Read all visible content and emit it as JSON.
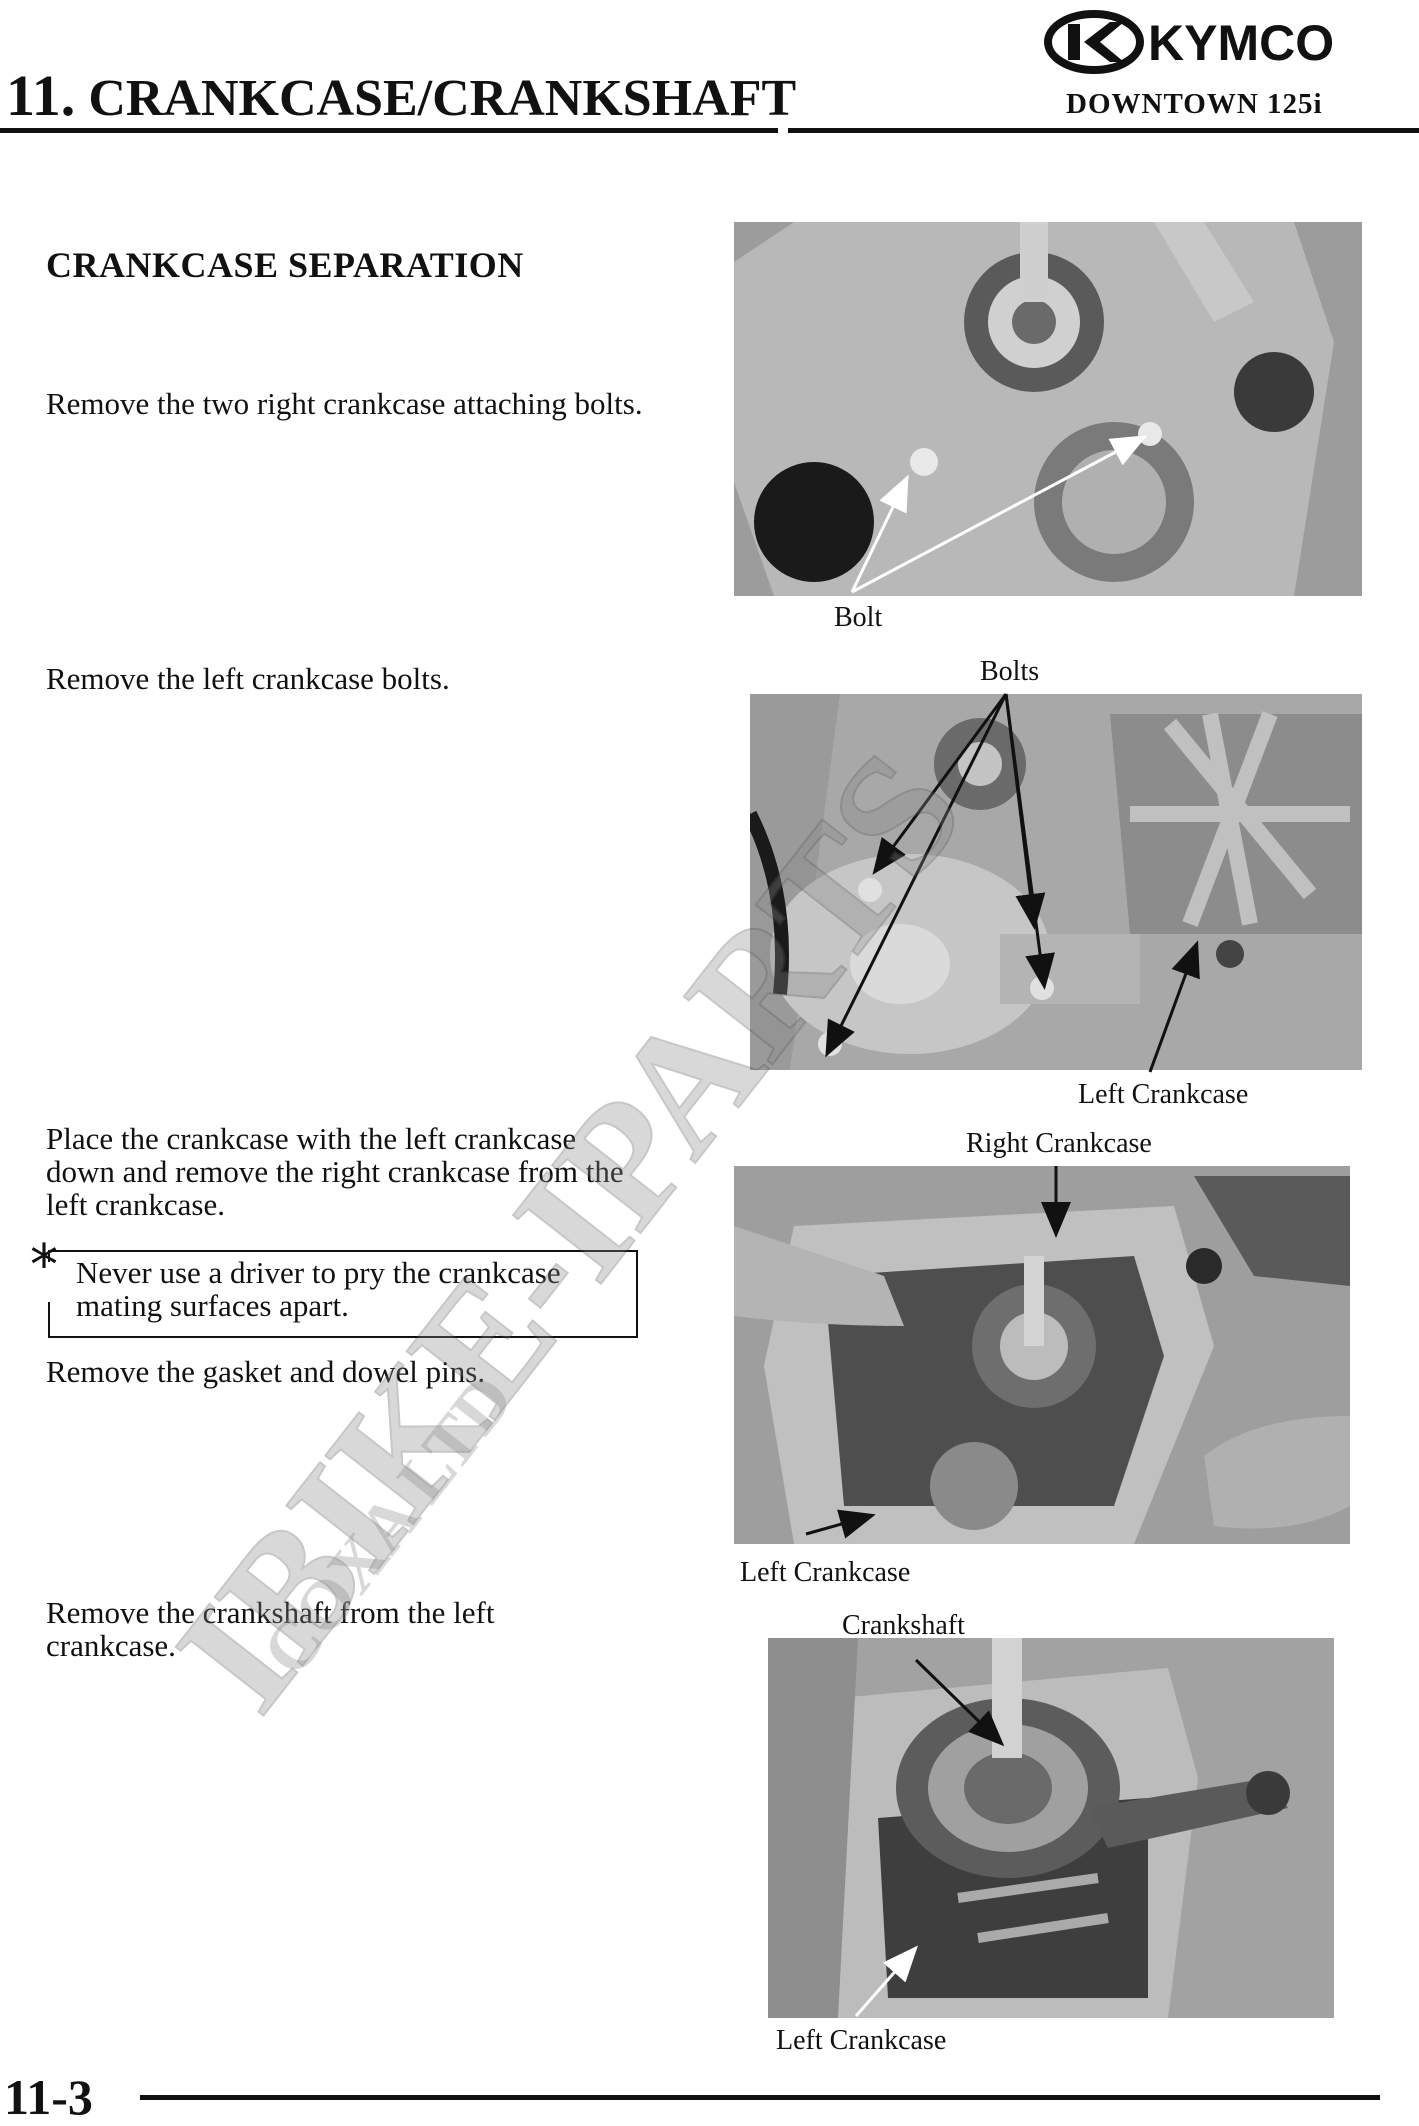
{
  "brand": {
    "name": "KYMCO",
    "logo_icon": "kymco-logo-icon"
  },
  "header": {
    "chapter_number": "11.",
    "chapter_title": "CRANKCASE/CRANKSHAFT",
    "model": "DOWNTOWN 125i"
  },
  "section": {
    "title": "CRANKCASE SEPARATION"
  },
  "steps": [
    {
      "text": "Remove the two right crankcase attaching bolts."
    },
    {
      "text": "Remove the    left crankcase bolts."
    },
    {
      "text": "Place the crankcase with the left crankcase down and remove the right crankcase from the left crankcase."
    },
    {
      "text": "Remove the gasket and dowel pins."
    },
    {
      "text": "Remove the crankshaft from the left crankcase."
    }
  ],
  "note": {
    "symbol": "*",
    "text": "Never use a driver to pry the crankcase mating surfaces apart."
  },
  "captions": {
    "photo1": [
      "Bolt"
    ],
    "photo2": [
      "Bolts",
      "Left Crankcase"
    ],
    "photo3": [
      "Right Crankcase",
      "Left Crankcase"
    ],
    "photo4": [
      "Crankshaft",
      "Left Crankcase"
    ]
  },
  "footer": {
    "page_number": "11-3"
  },
  "watermark": {
    "line1": "IBIKE-IPARTS",
    "line2": "COXA LTD"
  }
}
